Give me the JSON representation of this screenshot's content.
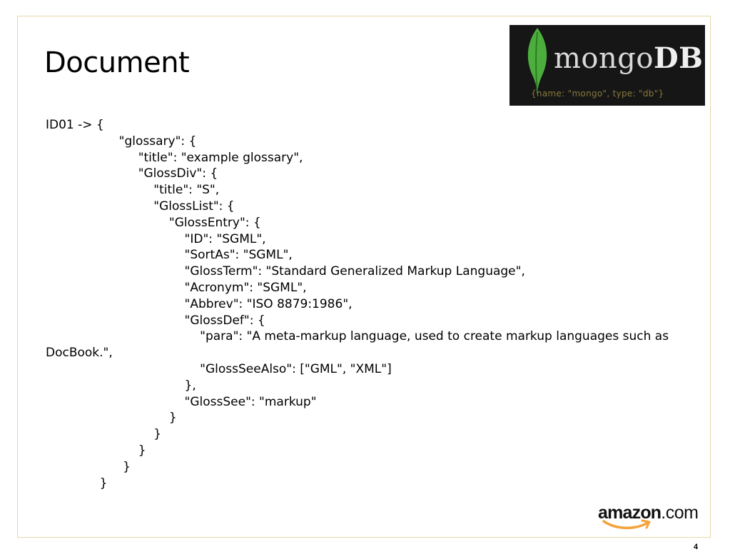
{
  "slide": {
    "title": "Document",
    "page_number": "4"
  },
  "mongo_logo": {
    "word_prefix": "mongo",
    "word_suffix": "DB",
    "tagline": "{name: \"mongo\", type: \"db\"}",
    "leaf_icon": "leaf-icon",
    "colors": {
      "background": "#161616",
      "leaf": "#4caf3d",
      "tagline": "#8a7a3a"
    }
  },
  "document": {
    "lines": [
      "ID01 -> {",
      "                   \"glossary\": {",
      "                        \"title\": \"example glossary\",",
      "                        \"GlossDiv\": {",
      "                            \"title\": \"S\",",
      "                            \"GlossList\": {",
      "                                \"GlossEntry\": {",
      "                                    \"ID\": \"SGML\",",
      "                                    \"SortAs\": \"SGML\",",
      "                                    \"GlossTerm\": \"Standard Generalized Markup Language\",",
      "                                    \"Acronym\": \"SGML\",",
      "                                    \"Abbrev\": \"ISO 8879:1986\",",
      "                                    \"GlossDef\": {",
      "                                        \"para\": \"A meta-markup language, used to create markup languages such as",
      "DocBook.\",",
      "                                        \"GlossSeeAlso\": [\"GML\", \"XML\"]",
      "                                    },",
      "                                    \"GlossSee\": \"markup\"",
      "                                }",
      "                            }",
      "                        }",
      "                    }",
      "              }"
    ]
  },
  "amazon_logo": {
    "word": "amazon",
    "suffix": ".com",
    "smile_icon": "smile-arrow-icon",
    "colors": {
      "text": "#111111",
      "smile": "#f3a33a"
    }
  }
}
